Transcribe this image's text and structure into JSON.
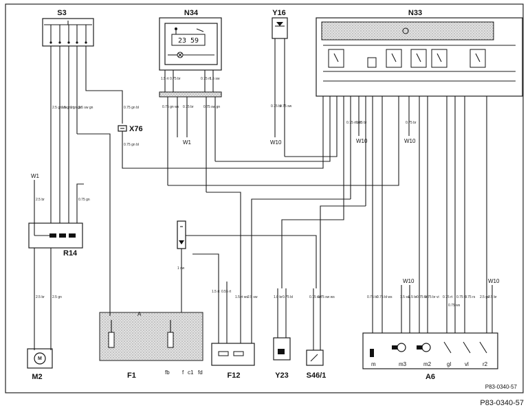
{
  "components": {
    "S3": "S3",
    "N34": "N34",
    "Y16": "Y16",
    "N33": "N33",
    "X76": "X76",
    "R14": "R14",
    "M2": "M2",
    "F1": "F1",
    "F12": "F12",
    "Y23": "Y23",
    "S46_1": "S46/1",
    "A6": "A6"
  },
  "display_digits": "23 59",
  "grounds": {
    "w1_left": "W1",
    "w1_n34": "W1",
    "w10_y16": "W10",
    "w10_n33a": "W10",
    "w10_n33b": "W10",
    "w10_a6a": "W10",
    "w10_a6b": "W10"
  },
  "wire_labels": {
    "s3_1": "2.5 gn ws",
    "s3_2": "1.5 gn rt",
    "s3_3": "1 gn ge",
    "s3_4": "2.5 sw gn",
    "s3_out": "0.75 gn bl",
    "x76_out": "0.75 gn bl",
    "w1_left": "2.5 br",
    "r14_in": "0.75 gn",
    "m2_a": "2.5 br",
    "m2_b": "2.5 gn",
    "n34_a": "1.5 rt",
    "n34_b": "0.75 br",
    "n34_c": "0.75 rt",
    "n34_d": "1.5 sw",
    "n34_e": "0.75 gn ws",
    "n34_f": "0.75 br",
    "n34_g": "0.75 sw gn",
    "y16_a": "0.75 br",
    "y16_b": "0.75 sw",
    "n33_a": "0.75 rt ws",
    "n33_b": "0.75 br",
    "n33_c": "0.75 br",
    "relay_1": "1 sw",
    "f1_a": "1.5 rt",
    "f1_b": "0.55 rt",
    "f12_a": "1.5 rt ws",
    "f12_b": "2.5 sw",
    "y23_a": "1.0 br",
    "y23_b": "0.75 bl",
    "s46_a": "0.75 sw",
    "s46_b": "0.75 sw ws",
    "a6_1": "0.75 bl",
    "a6_2": "0.75 bl ws",
    "a6_3": "1.5 sw",
    "a6_4": "2.5 br",
    "a6_5": "0.75 br",
    "a6_6": "0.75 br vi",
    "a6_7": "0.75 rt",
    "a6_8": "0.75 ws",
    "a6_9": "0.75 vi",
    "a6_10": "0.75 rs",
    "a6_11": "2.5 ge",
    "a6_12": "2.5 br"
  },
  "terminals": {
    "f1": [
      "fb",
      "f",
      "c1",
      "fd"
    ],
    "a6": [
      "m",
      "m3",
      "m2",
      "gl",
      "vl",
      "r2"
    ],
    "f1_top": "A"
  },
  "figure_ref": "P83-0340-57",
  "footer_ref": "P83-0340-57"
}
